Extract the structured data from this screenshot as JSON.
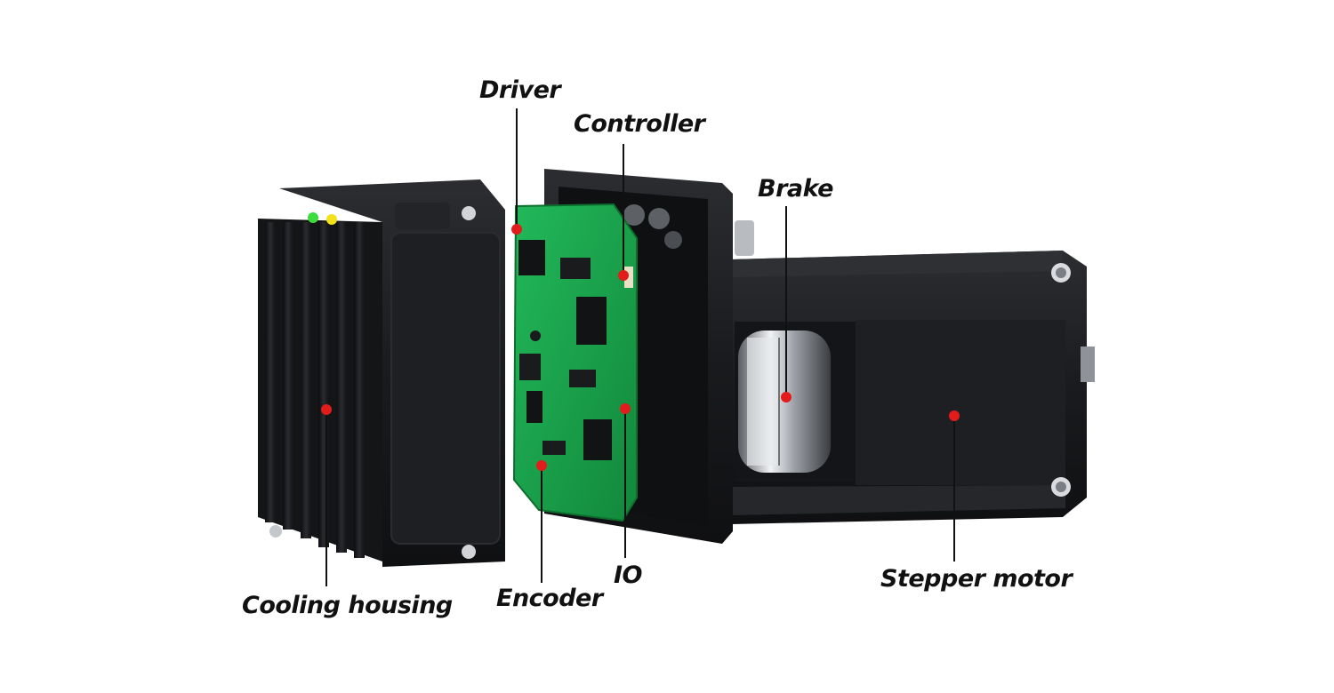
{
  "labels": {
    "driver": "Driver",
    "controller": "Controller",
    "brake": "Brake",
    "io": "IO",
    "encoder": "Encoder",
    "cooling_housing": "Cooling housing",
    "stepper_motor": "Stepper motor"
  },
  "colors": {
    "marker": "#e21b1b",
    "leader": "#111111",
    "housing": "#1b1c1f",
    "pcb": "#17a34a",
    "led_green": "#3ddc3d",
    "led_yellow": "#f3e21a",
    "metal": "#c9ccd1"
  }
}
